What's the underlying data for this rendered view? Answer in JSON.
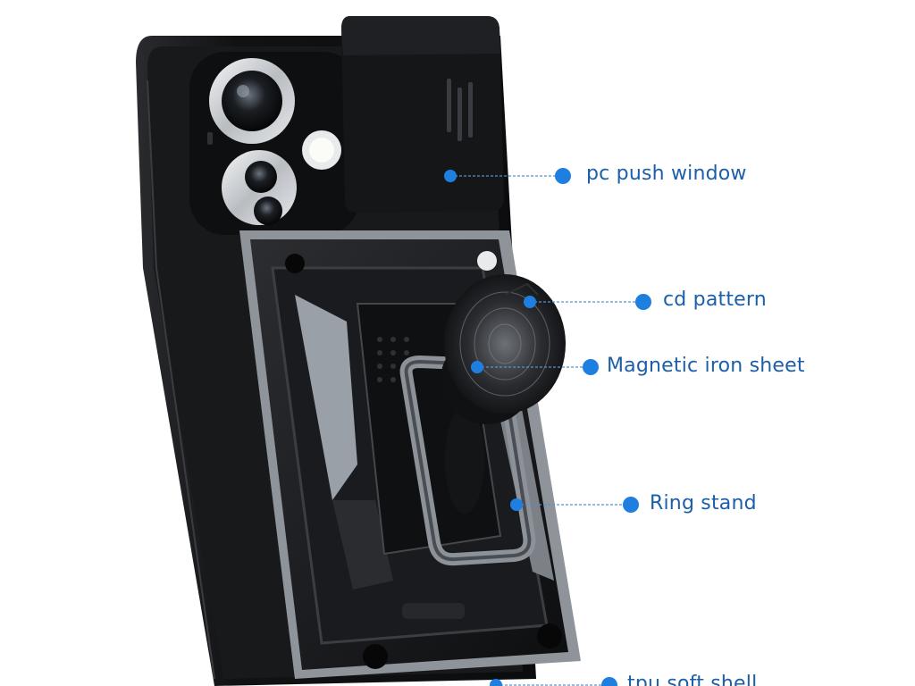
{
  "colors": {
    "background": "#ffffff",
    "accent": "#1f7fe0",
    "label_text": "#1c5fa8",
    "case_black": "#111214",
    "camera_silver": "#c9ccd0"
  },
  "callouts": [
    {
      "id": "pc-push-window",
      "label": "pc push window"
    },
    {
      "id": "cd-pattern",
      "label": "cd pattern"
    },
    {
      "id": "magnetic-iron-sheet",
      "label": "Magnetic iron sheet"
    },
    {
      "id": "ring-stand",
      "label": "Ring stand"
    },
    {
      "id": "tpu-soft-shell",
      "label": "tpu soft shell"
    }
  ]
}
